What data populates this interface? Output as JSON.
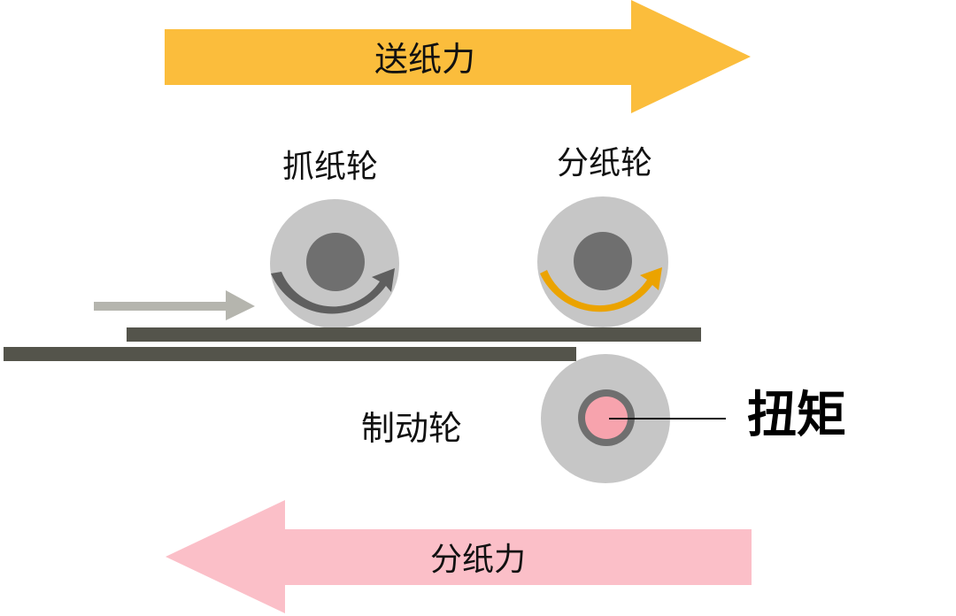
{
  "arrows": {
    "feed_force": {
      "label": "送纸力",
      "color": "#fbbd3c"
    },
    "separation_force": {
      "label": "分纸力",
      "color": "#fbbfc8"
    },
    "paper_input": {
      "color": "#b5b5ae"
    }
  },
  "rollers": {
    "pickup": {
      "label": "抓纸轮",
      "rotation_arrow_color": "#5f5f5f"
    },
    "separation": {
      "label": "分纸轮",
      "rotation_arrow_color": "#eba300"
    },
    "brake": {
      "label": "制动轮",
      "hub_color": "#f7a3ad"
    }
  },
  "torque": {
    "label": "扭矩"
  },
  "colors": {
    "roller_outer": "#c6c6c6",
    "roller_hub": "#6f6f6f",
    "paper_sheet": "#54544b"
  }
}
